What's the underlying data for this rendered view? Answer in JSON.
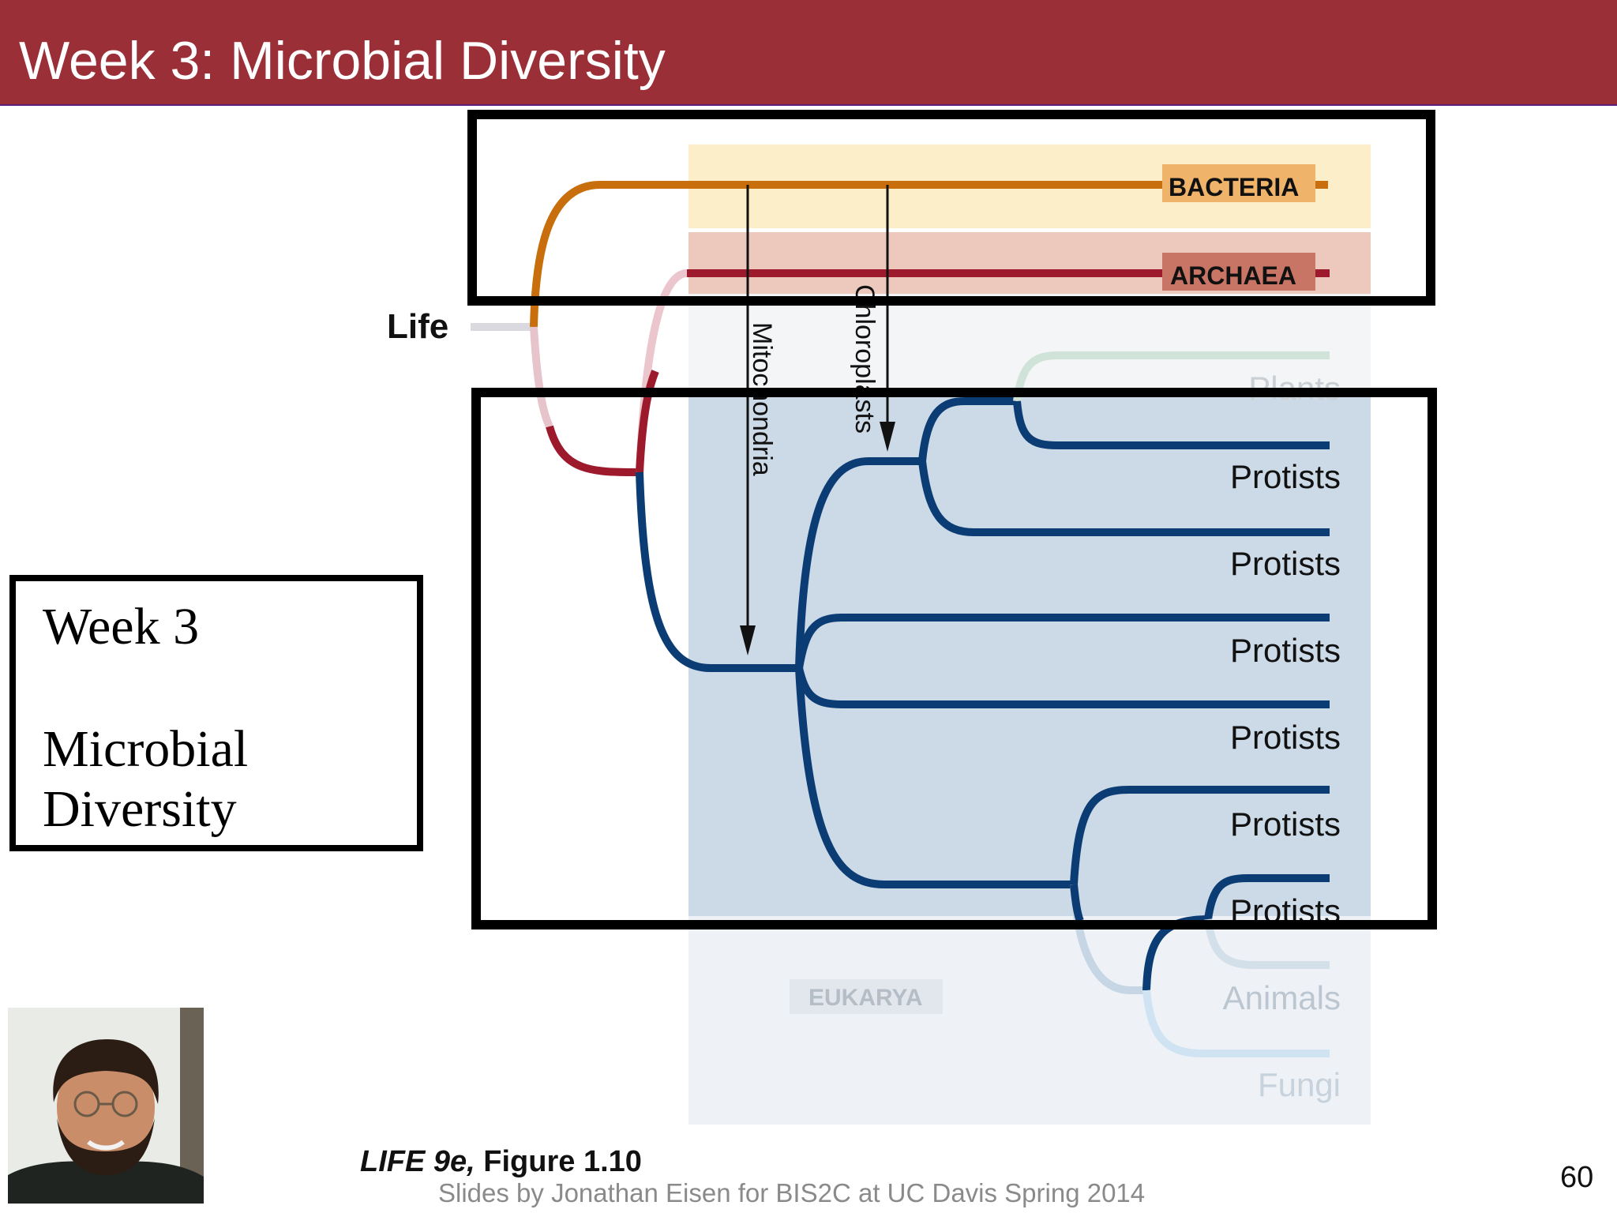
{
  "slide": {
    "title": "Week 3: Microbial Diversity",
    "week_box": {
      "line1": "Week 3",
      "line2": "Microbial",
      "line3": "Diversity"
    },
    "figure_caption_italic": "LIFE 9e,",
    "figure_caption_rest": " Figure 1.10",
    "credit": "Slides by Jonathan Eisen for BIS2C at UC Davis Spring 2014",
    "slide_number": "60",
    "photo": "presenter-photo"
  },
  "tree": {
    "root_label": "Life",
    "domains": {
      "bacteria": "BACTERIA",
      "archaea": "ARCHAEA",
      "eukarya": "EUKARYA"
    },
    "tips": [
      "Plants",
      "Protists",
      "Protists",
      "Protists",
      "Protists",
      "Protists",
      "Protists",
      "Animals",
      "Fungi"
    ],
    "arrows": {
      "mitochondria": "Mitochondria",
      "chloroplasts": "Chloroplasts"
    },
    "colors": {
      "bacteria": "#c96e0c",
      "archaea": "#9c1a2c",
      "eukarya": "#0b3d74",
      "title_bar": "#9b2f37"
    }
  }
}
